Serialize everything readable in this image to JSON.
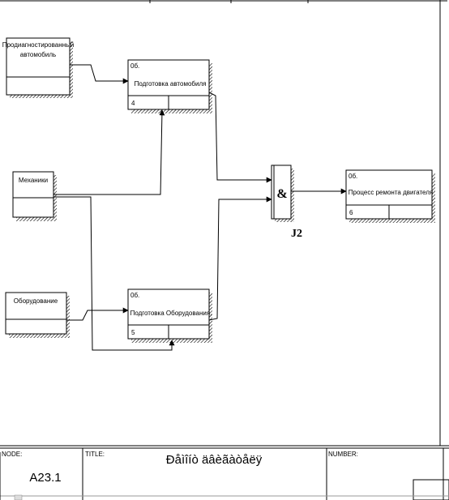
{
  "arrows": {
    "input_car": {
      "label_line1": "Продиагностированный",
      "label_line2": "автомобиль"
    },
    "mechanics": {
      "label": "Механики"
    },
    "equipment": {
      "label": "Оборудование"
    }
  },
  "activities": {
    "car_prep": {
      "ref": "0б.",
      "label": "Подготовка автомобиля",
      "number": "4"
    },
    "equip_prep": {
      "ref": "0б.",
      "label": "Подготовка Оборудования.",
      "number": "5"
    },
    "engine_repair": {
      "ref": "0б.",
      "label": "Процесс ремонта двигателя",
      "number": "6"
    }
  },
  "junction": {
    "symbol": "&",
    "label": "J2"
  },
  "footer": {
    "node_label": "NODE:",
    "node_value": "A23.1",
    "title_label": "TITLE:",
    "title_value": "Ðåìîíò äâèãàòåëÿ",
    "number_label": "NUMBER:"
  }
}
